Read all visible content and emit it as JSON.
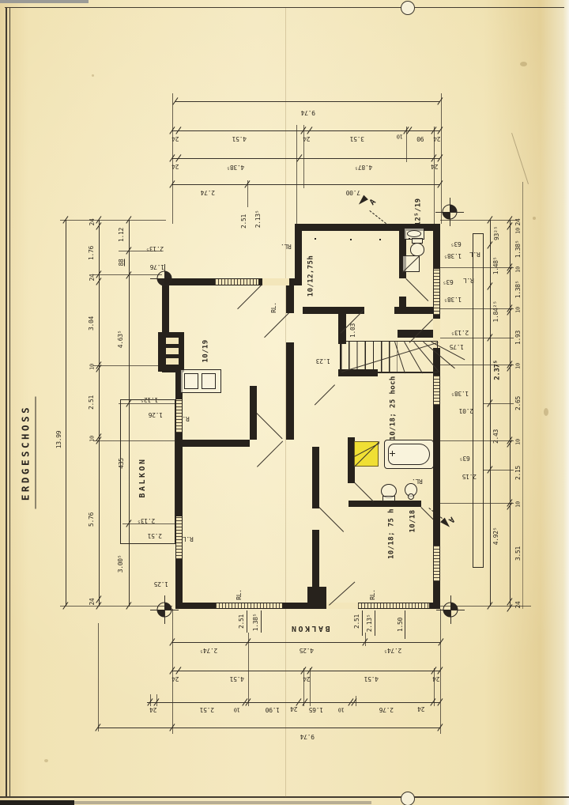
{
  "title": {
    "text": "ERDGESCHOSS"
  },
  "colors": {
    "paper": "#f2e4b6",
    "ink": "#2f2a22",
    "wall": "#27221c",
    "highlight": "#f0df35"
  },
  "dims": {
    "top": {
      "total": "9.74",
      "c2": [
        "24",
        "4.51",
        "24",
        "3.51",
        "10",
        "90",
        "24"
      ],
      "c3": [
        "24",
        "4.38⁵",
        "4.87⁵",
        "24"
      ],
      "c4": [
        "2.74",
        "7.00"
      ]
    },
    "left": {
      "total": "13.99",
      "mid": [
        "24",
        "1.76",
        "24",
        "3.04",
        "10",
        "2.51",
        "10",
        "5.76",
        "24"
      ],
      "inner": [
        "1.12",
        "88",
        "4.63⁵",
        "435",
        "3.00⁵"
      ]
    },
    "right": {
      "mid": [
        "93²⁵",
        "1.48⁵",
        "1.84²⁵",
        "2.37⁵",
        "2.43",
        "4.92⁵"
      ],
      "inner": [
        "24",
        "10",
        "1.38⁵",
        "10",
        "1.38⁵",
        "10",
        "1.93",
        "10",
        "2.65",
        "10",
        "2.15",
        "10",
        "3.51",
        "24"
      ]
    },
    "bottom": {
      "win": [
        "2.51",
        "1.38⁵",
        "2.51",
        "2.13⁵",
        "1.50"
      ],
      "c1": [
        "2.74⁵",
        "4.25",
        "2.74⁵"
      ],
      "c2": [
        "24",
        "4.51",
        "24",
        "4.51",
        "24"
      ],
      "c3": [
        "24",
        "2.51",
        "10",
        "1.90",
        "24",
        "1.65",
        "10",
        "2.76",
        "24"
      ],
      "total": "9.74"
    },
    "inner": {
      "tl": [
        "2.13⁵",
        "1.76"
      ],
      "tm": [
        "2.51",
        "2.13⁵"
      ],
      "lw": [
        "1.12⁵",
        "1.26",
        "2.13⁵",
        "2.51",
        "1.25"
      ],
      "stair": [
        "1.03",
        "1.23"
      ],
      "rw": [
        "63⁵",
        "1.38⁵",
        "63⁵",
        "1.38⁵",
        "2.13⁵",
        "1.75",
        "1.38⁵",
        "2.01",
        "63⁵",
        "2.15"
      ]
    }
  },
  "rooms": {
    "kitchen": "10/19",
    "top_right": "10/12,75h",
    "corner": "12⁵/19",
    "stair_note": "10/18; 25 hoch",
    "bath": "10/18; 75 h",
    "bath2": "10/18",
    "balcony_left": "BALKON",
    "balcony_bottom": "BALKON"
  },
  "rl": [
    "RL.",
    "RL.",
    "R.L",
    "R.L",
    "RL.",
    "RL.",
    "RL.",
    "R.L",
    "R.L"
  ],
  "section": {
    "a_top": "A",
    "a_bottom": "A"
  }
}
